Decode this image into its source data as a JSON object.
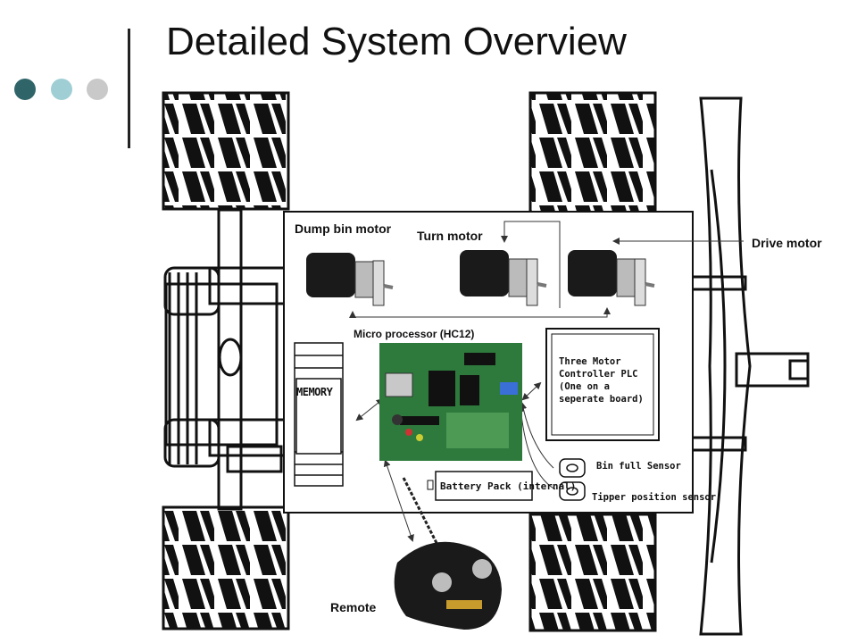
{
  "slide": {
    "title": "Detailed System Overview",
    "accent_dots": [
      "#2f6468",
      "#9fcfd4",
      "#c9c9c9"
    ]
  },
  "labels": {
    "dump_bin_motor": "Dump bin motor",
    "turn_motor": "Turn motor",
    "drive_motor": "Drive motor",
    "micro_processor": "Micro processor (HC12)",
    "remote": "Remote",
    "memory": "MEMORY",
    "battery_pack": "Battery Pack (internal)",
    "bin_full_sensor": "Bin full Sensor",
    "tipper_position_sensor": "Tipper position sensor",
    "motor_controller_lines": [
      "Three Motor",
      "Controller PLC",
      "(One on a",
      "seperate board)"
    ]
  }
}
